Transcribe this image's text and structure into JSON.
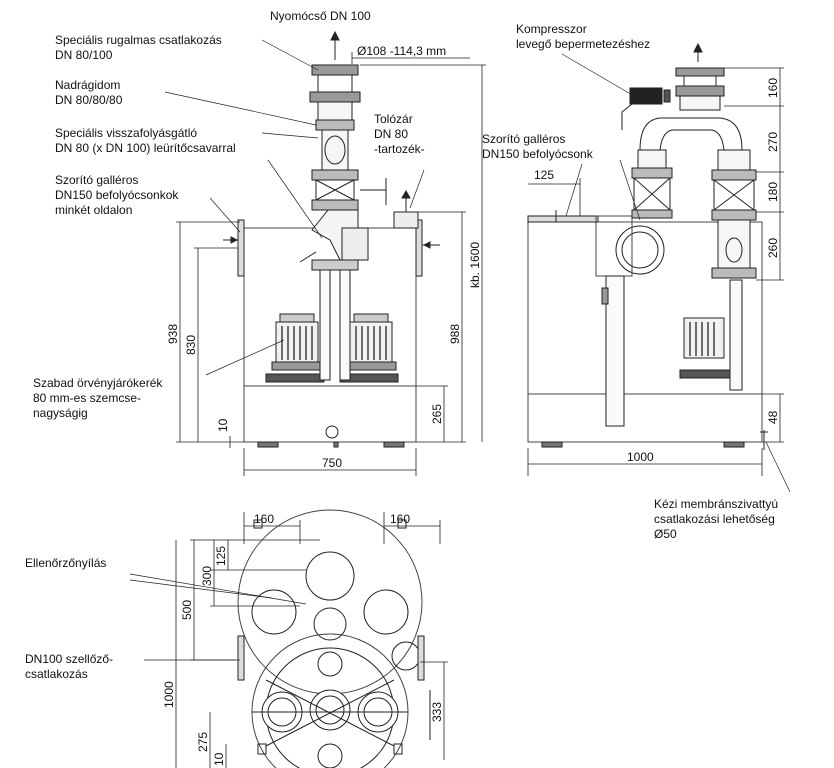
{
  "labels": {
    "nyomocso": "Nyomócső DN 100",
    "csatlakozas": [
      "Speciális rugalmas csatlakozás",
      "DN 80/100"
    ],
    "diameter": "Ø108 -114,3 mm",
    "nadragidom": [
      "Nadrágidom",
      "DN 80/80/80"
    ],
    "visszafolyasgatlo": [
      "Speciális visszafolyásgátló",
      "DN 80 (x DN 100) leürítőcsavarral"
    ],
    "tolozar": [
      "Tolózár",
      "DN 80",
      "-tartozék-"
    ],
    "szorito_left": [
      "Szorító galléros",
      "DN150 befolyócsonkok",
      "minkét oldalon"
    ],
    "orvenyjaro": [
      "Szabad örvényjárókerék",
      "80 mm-es szemcse-",
      "nagyságig"
    ],
    "kompresszor": [
      "Kompresszor",
      "levegő bepermetezéshez"
    ],
    "szorito_right": [
      "Szorító galléros",
      "DN150 befolyócsonk"
    ],
    "kezi": [
      "Kézi membránszivattyú",
      "csatlakozási lehetőség",
      "Ø50"
    ],
    "ellenorzo": "Ellenőrzőnyílás",
    "szellozo": [
      "DN100 szellőző-",
      "csatlakozás"
    ]
  },
  "dimensions": {
    "w750": "750",
    "w1000": "1000",
    "h938": "938",
    "h830": "830",
    "h10a": "10",
    "h988": "988",
    "h265": "265",
    "h1600": "kb. 1600",
    "d125top": "125",
    "r160": "160",
    "r270": "270",
    "r180": "180",
    "r260": "260",
    "r48": "48",
    "p160a": "160",
    "p160b": "160",
    "p125": "125",
    "p300": "300",
    "p500": "500",
    "p1000": "1000",
    "p333": "333",
    "p275": "275",
    "p10": "10"
  }
}
